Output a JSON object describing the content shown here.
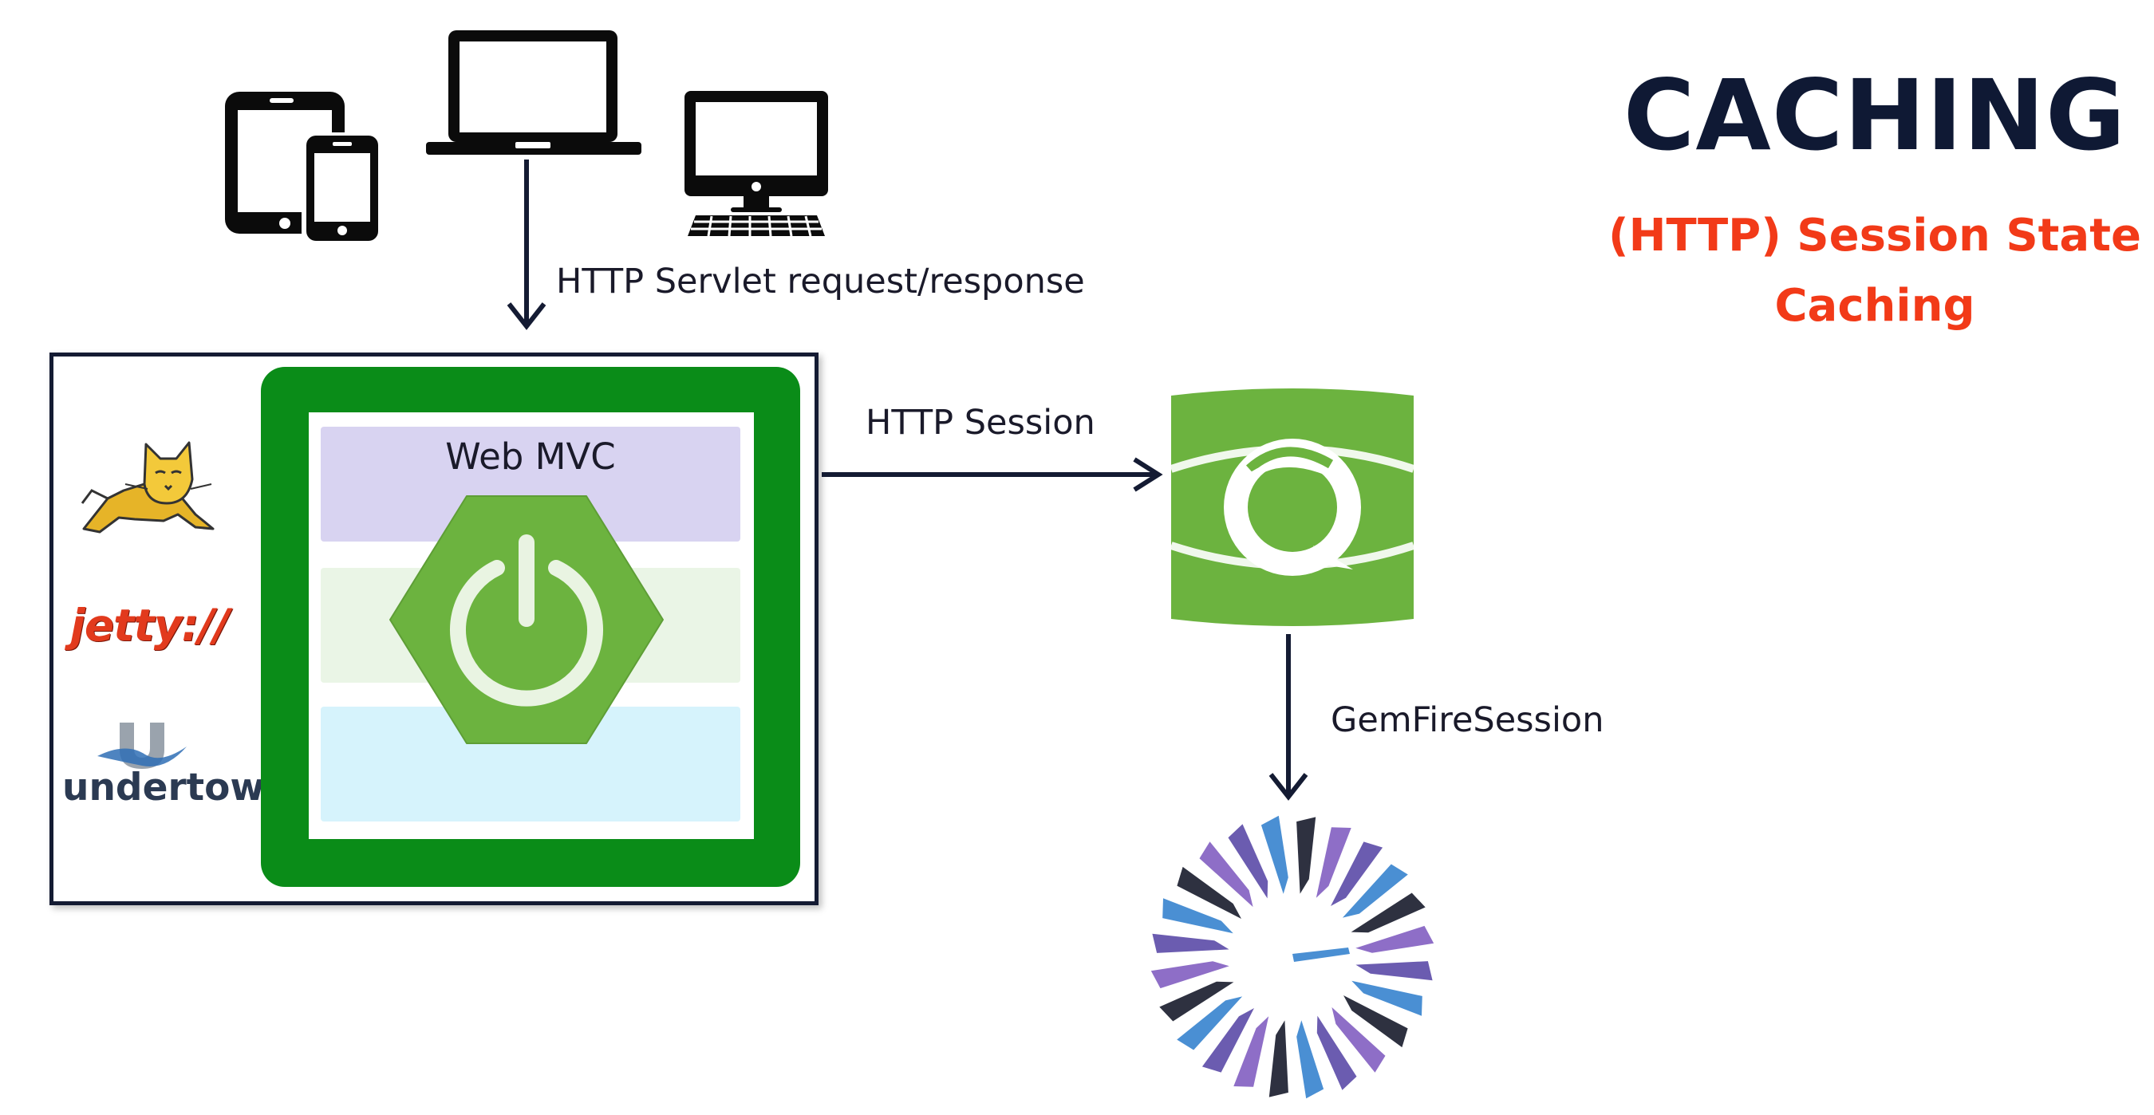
{
  "header": {
    "title": "CACHING",
    "subtitle_line1": "(HTTP) Session State",
    "subtitle_line2": "Caching"
  },
  "arrows": {
    "servlet_label": "HTTP Servlet request/response",
    "session_label": "HTTP Session",
    "gemfire_label": "GemFireSession"
  },
  "server": {
    "containers": [
      "tomcat-logo",
      "jetty-logo",
      "undertow-logo"
    ],
    "jetty_text": "jetty://",
    "undertow_text": "undertow",
    "layer_title": "Web MVC"
  },
  "icons": {
    "client_devices": [
      "tablet-phone-icon",
      "laptop-icon",
      "desktop-icon"
    ],
    "framework": "spring-boot-power-icon",
    "session_store": "spring-session-icon",
    "data_grid": "gemfire-starburst-icon"
  },
  "colors": {
    "title": "#0f1934",
    "subtitle": "#f23a18",
    "spring_green": "#0a8c18",
    "logo_green": "#6cb33f",
    "arrow": "#141b33"
  }
}
